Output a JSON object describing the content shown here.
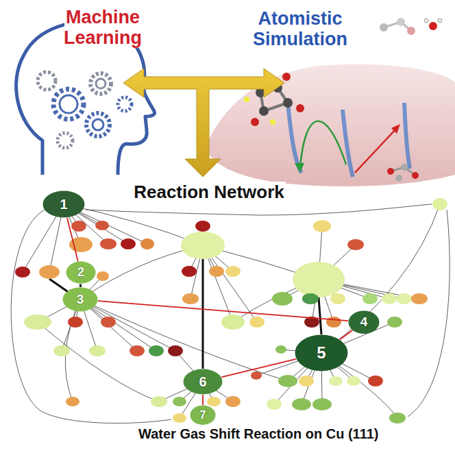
{
  "diagram": {
    "caption": "Water Gas Shift Reaction on Cu (111)",
    "nodes": [
      {
        "text": [
          "1"
        ]
      },
      {
        "text": [
          "2"
        ]
      },
      {
        "text": [
          "3"
        ]
      },
      {
        "text": [
          "4"
        ]
      },
      {
        "text": [
          "5"
        ]
      },
      {
        "text": [
          "6"
        ]
      },
      {
        "text": [
          "7"
        ]
      }
    ],
    "edges": [
      {
        "from": 0,
        "to": 1,
        "arrow": "none"
      },
      {
        "from": 1,
        "to": 2,
        "arrow": "none"
      },
      {
        "from": 2,
        "to": 3,
        "arrow": "none"
      },
      {
        "from": 3,
        "to": 4,
        "arrow": "none"
      },
      {
        "from": 4,
        "to": 5,
        "arrow": "none"
      },
      {
        "from": 5,
        "to": 6,
        "arrow": "none"
      }
    ],
    "labels": [
      "Machine Learning",
      "Atomistic Simulation",
      "Reaction Network"
    ]
  }
}
